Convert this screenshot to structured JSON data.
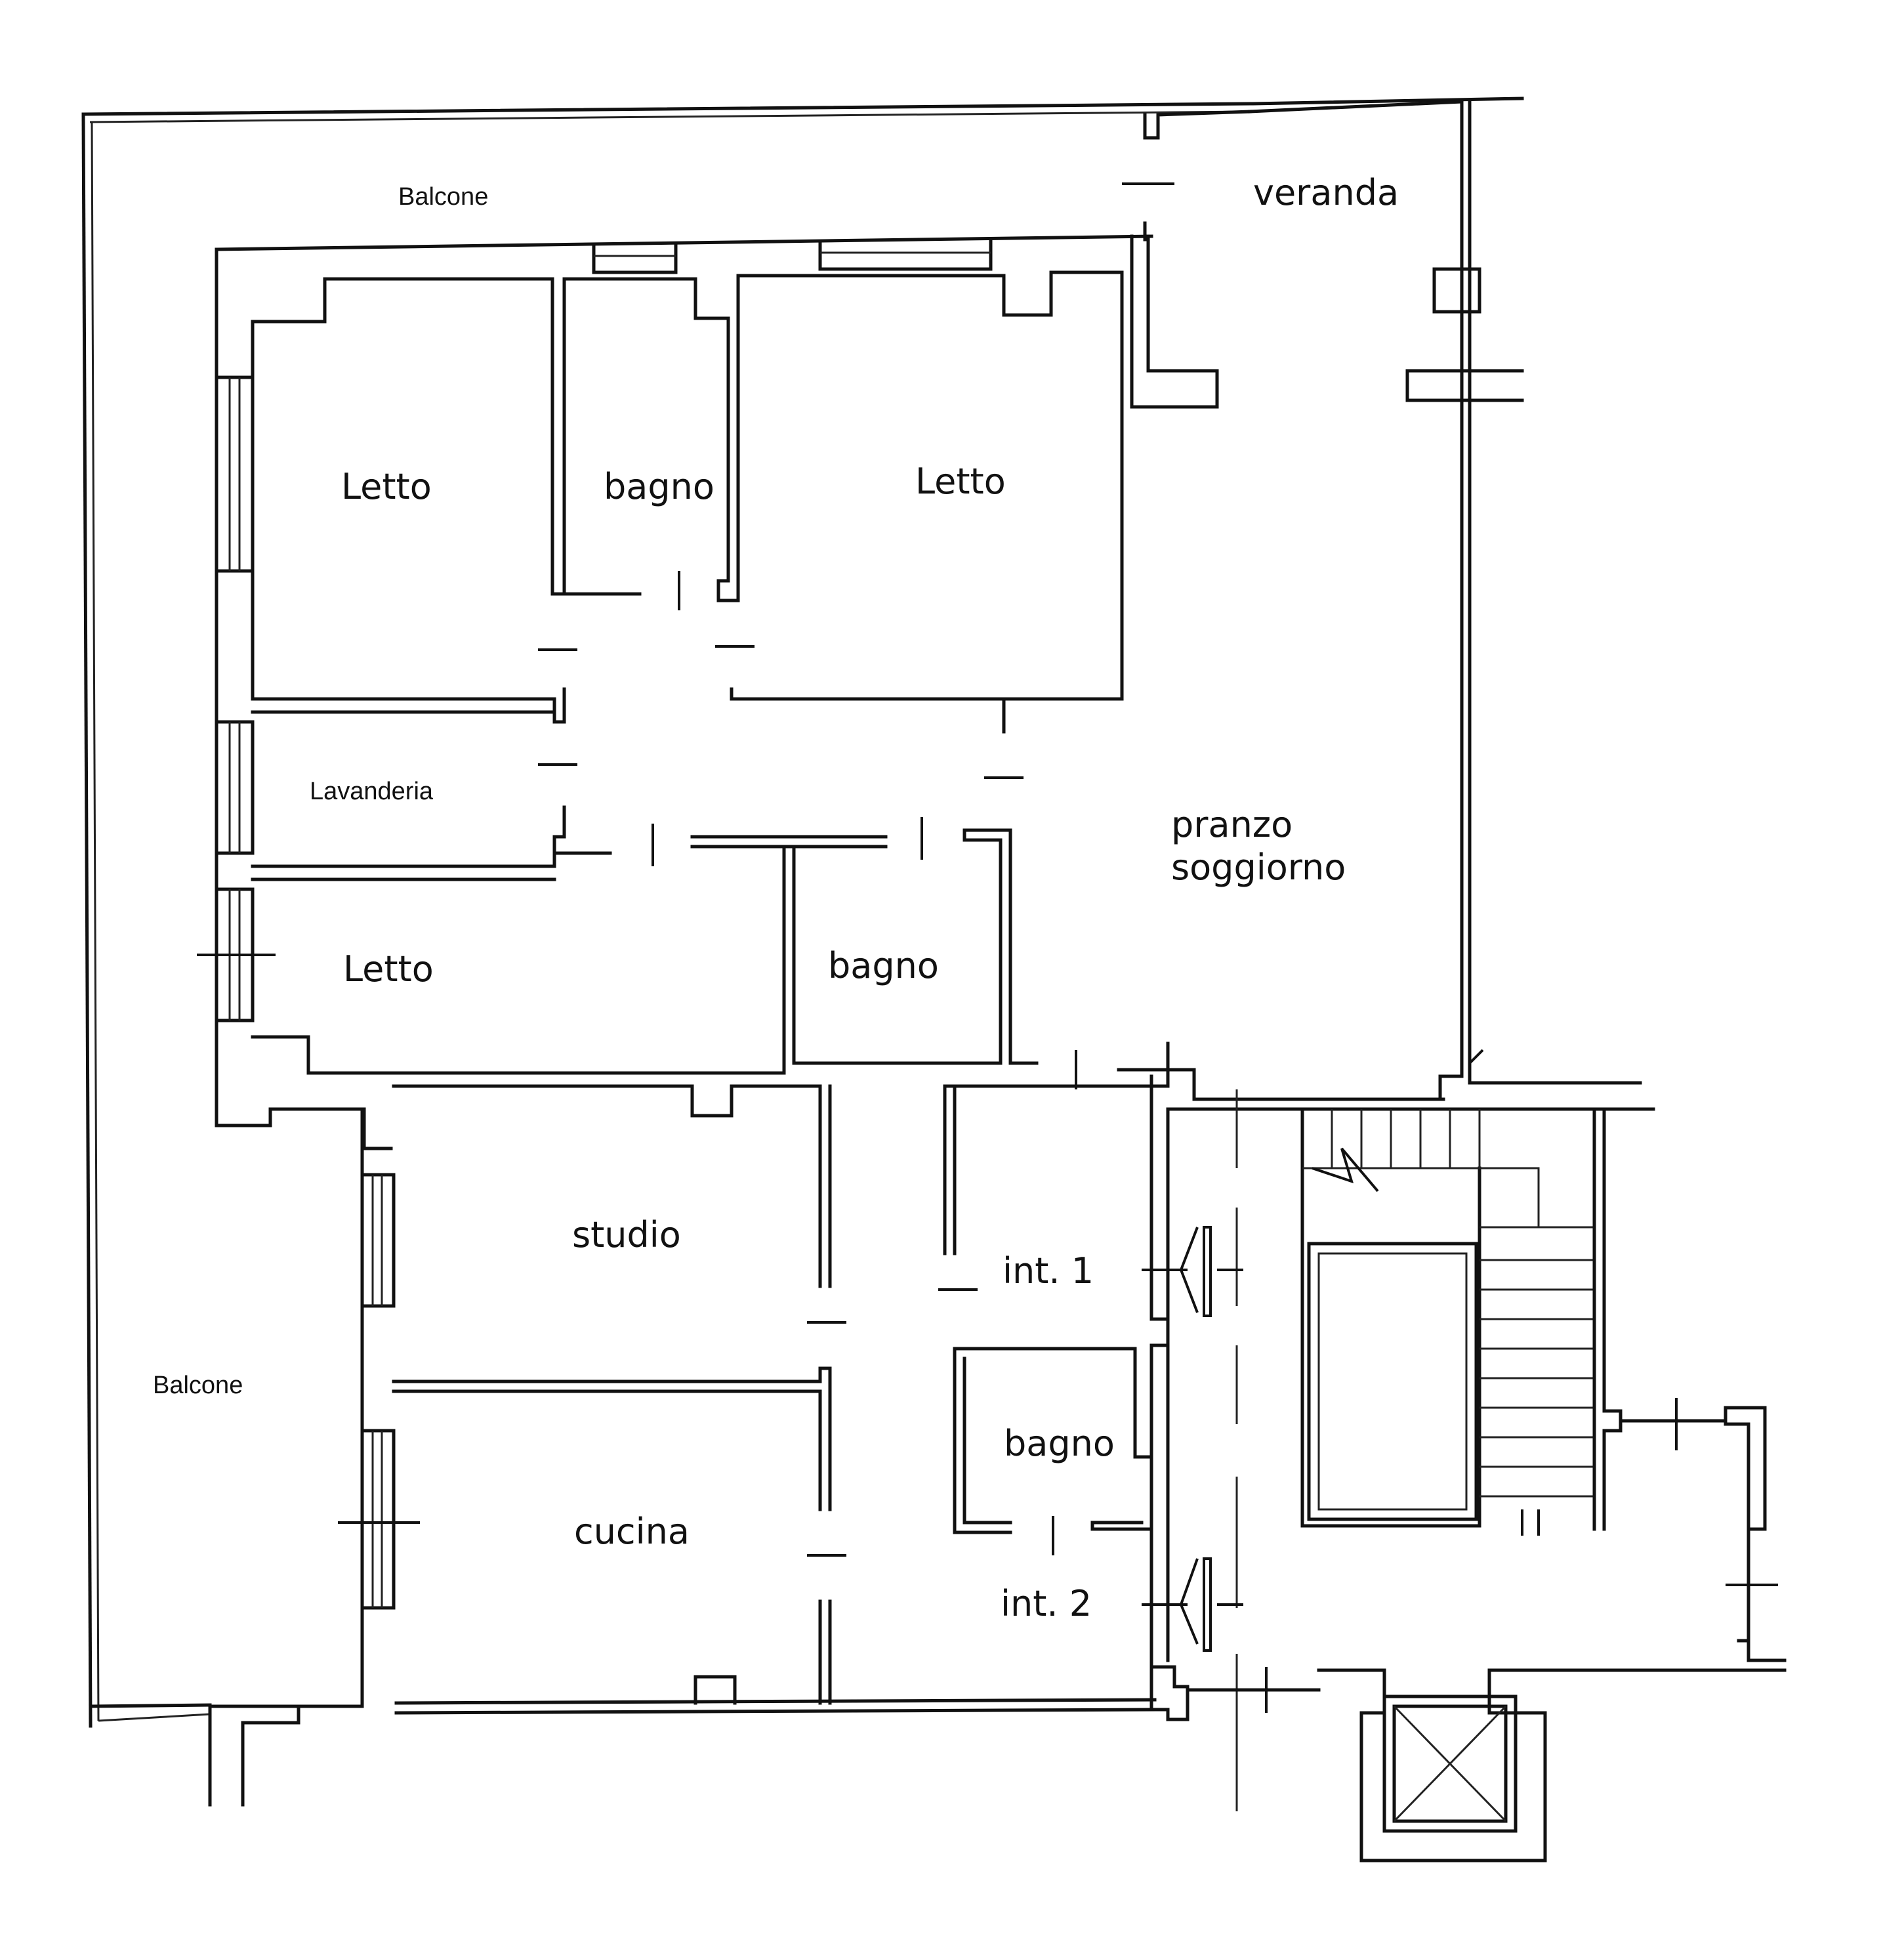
{
  "rooms": {
    "balcone_top": "Balcone",
    "veranda": "veranda",
    "letto_1": "Letto",
    "bagno_1": "bagno",
    "letto_2": "Letto",
    "lavanderia": "Lavanderia",
    "pranzo": "pranzo",
    "soggiorno": "soggiorno",
    "letto_3": "Letto",
    "bagno_2": "bagno",
    "studio": "studio",
    "balcone_left": "Balcone",
    "bagno_3": "bagno",
    "cucina": "cucina"
  },
  "entrances": {
    "int_1": "int. 1",
    "int_2": "int. 2"
  }
}
